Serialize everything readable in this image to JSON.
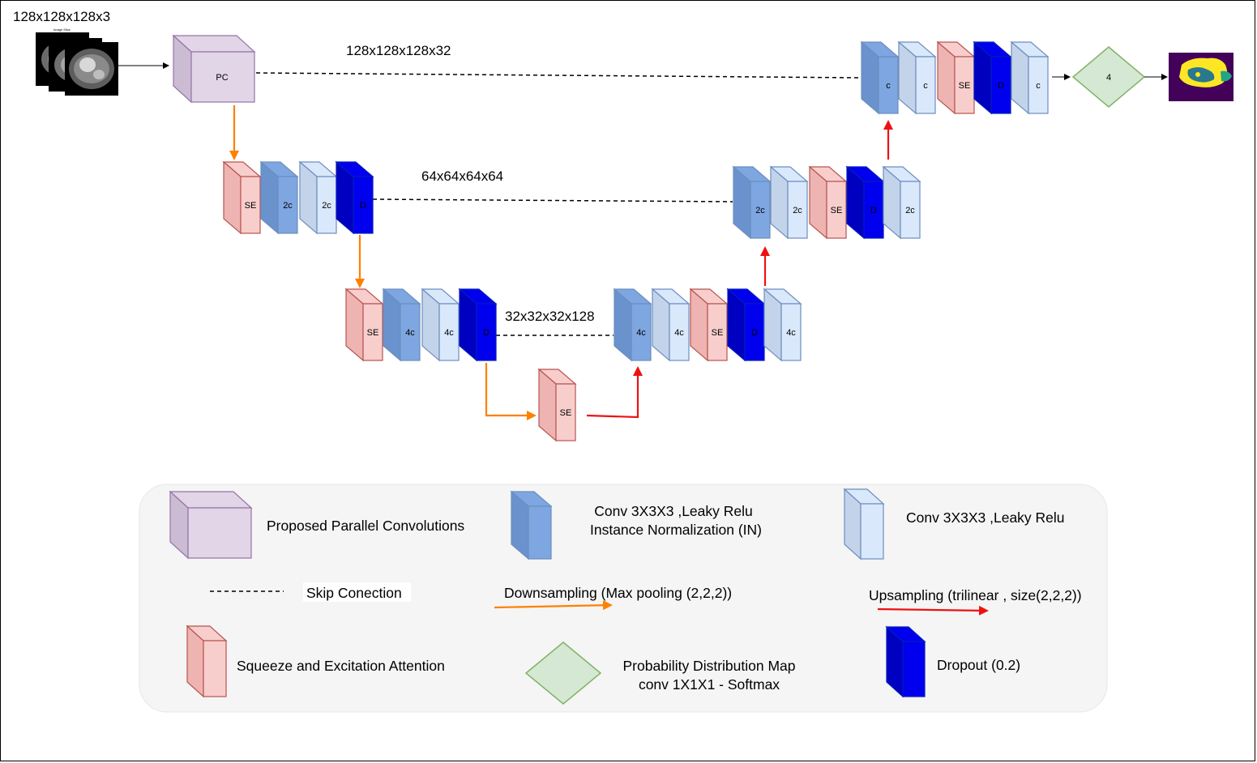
{
  "dims": {
    "input": "128x128x128x3",
    "level1": "128x128x128x32",
    "level2": "64x64x64x64",
    "level3": "32x32x32x128"
  },
  "blocks": {
    "pc": "PC",
    "se": "SE",
    "c": "c",
    "c2": "2c",
    "c4": "4c",
    "d": "D",
    "softmax": "4",
    "mri_label": "Image Slice"
  },
  "legend": {
    "pc": "Proposed Parallel Convolutions",
    "conv_in_line1": "Conv 3X3X3 ,Leaky Relu",
    "conv_in_line2": "Instance Normalization (IN)",
    "conv": "Conv 3X3X3 ,Leaky Relu",
    "skip": "Skip Conection",
    "down": "Downsampling (Max pooling (2,2,2))",
    "up": "Upsampling (trilinear , size(2,2,2))",
    "se": "Squeeze and Excitation Attention",
    "prob_line1": "Probability Distribution Map",
    "prob_line2": "conv 1X1X1 - Softmax",
    "dropout": "Dropout (0.2)"
  },
  "colors": {
    "pc": "#e1d5e7",
    "se": "#f8cecc",
    "conv_in": "#7ea6e0",
    "conv": "#dae8fc",
    "dropout": "#0000ee",
    "prob": "#d5e8d4",
    "down_arrow": "#ff8000",
    "up_arrow": "#ee1111"
  }
}
